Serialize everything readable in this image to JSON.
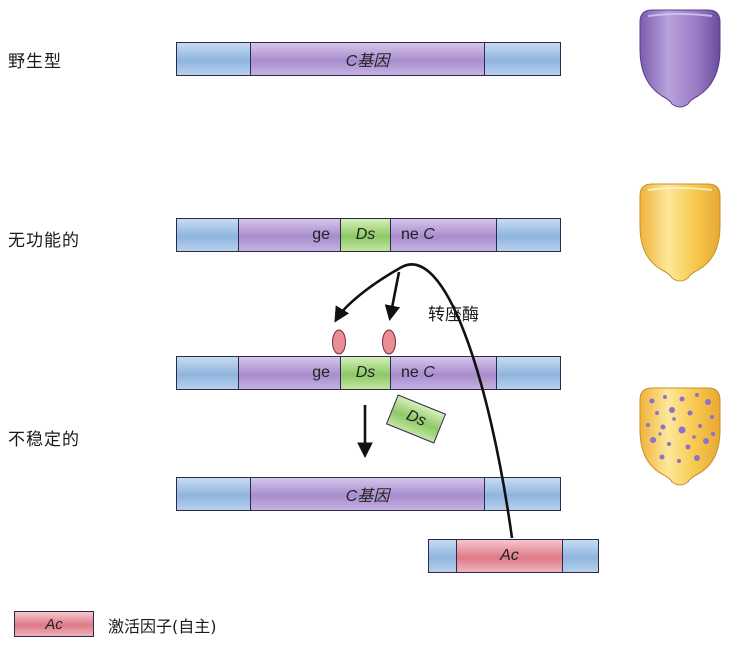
{
  "rows": {
    "wildtype_label": "野生型",
    "nonfunctional_label": "无功能的",
    "unstable_label": "不稳定的"
  },
  "genes": {
    "c_gene_label": "C基因",
    "split_left": "ge",
    "split_right_prefix": "ne ",
    "split_right_gene": "C",
    "ds_label": "Ds",
    "ac_label": "Ac"
  },
  "annotations": {
    "transposase": "转座酶"
  },
  "legend": {
    "ac_box": "Ac",
    "ac_text": "激活因子(自主)"
  },
  "colors": {
    "flank": "#8fb4de",
    "exon": "#a88ccc",
    "ds": "#8ec866",
    "ac": "#de7a88",
    "kernel_purple": "#9a7cc6",
    "kernel_yellow": "#f6c84c"
  }
}
